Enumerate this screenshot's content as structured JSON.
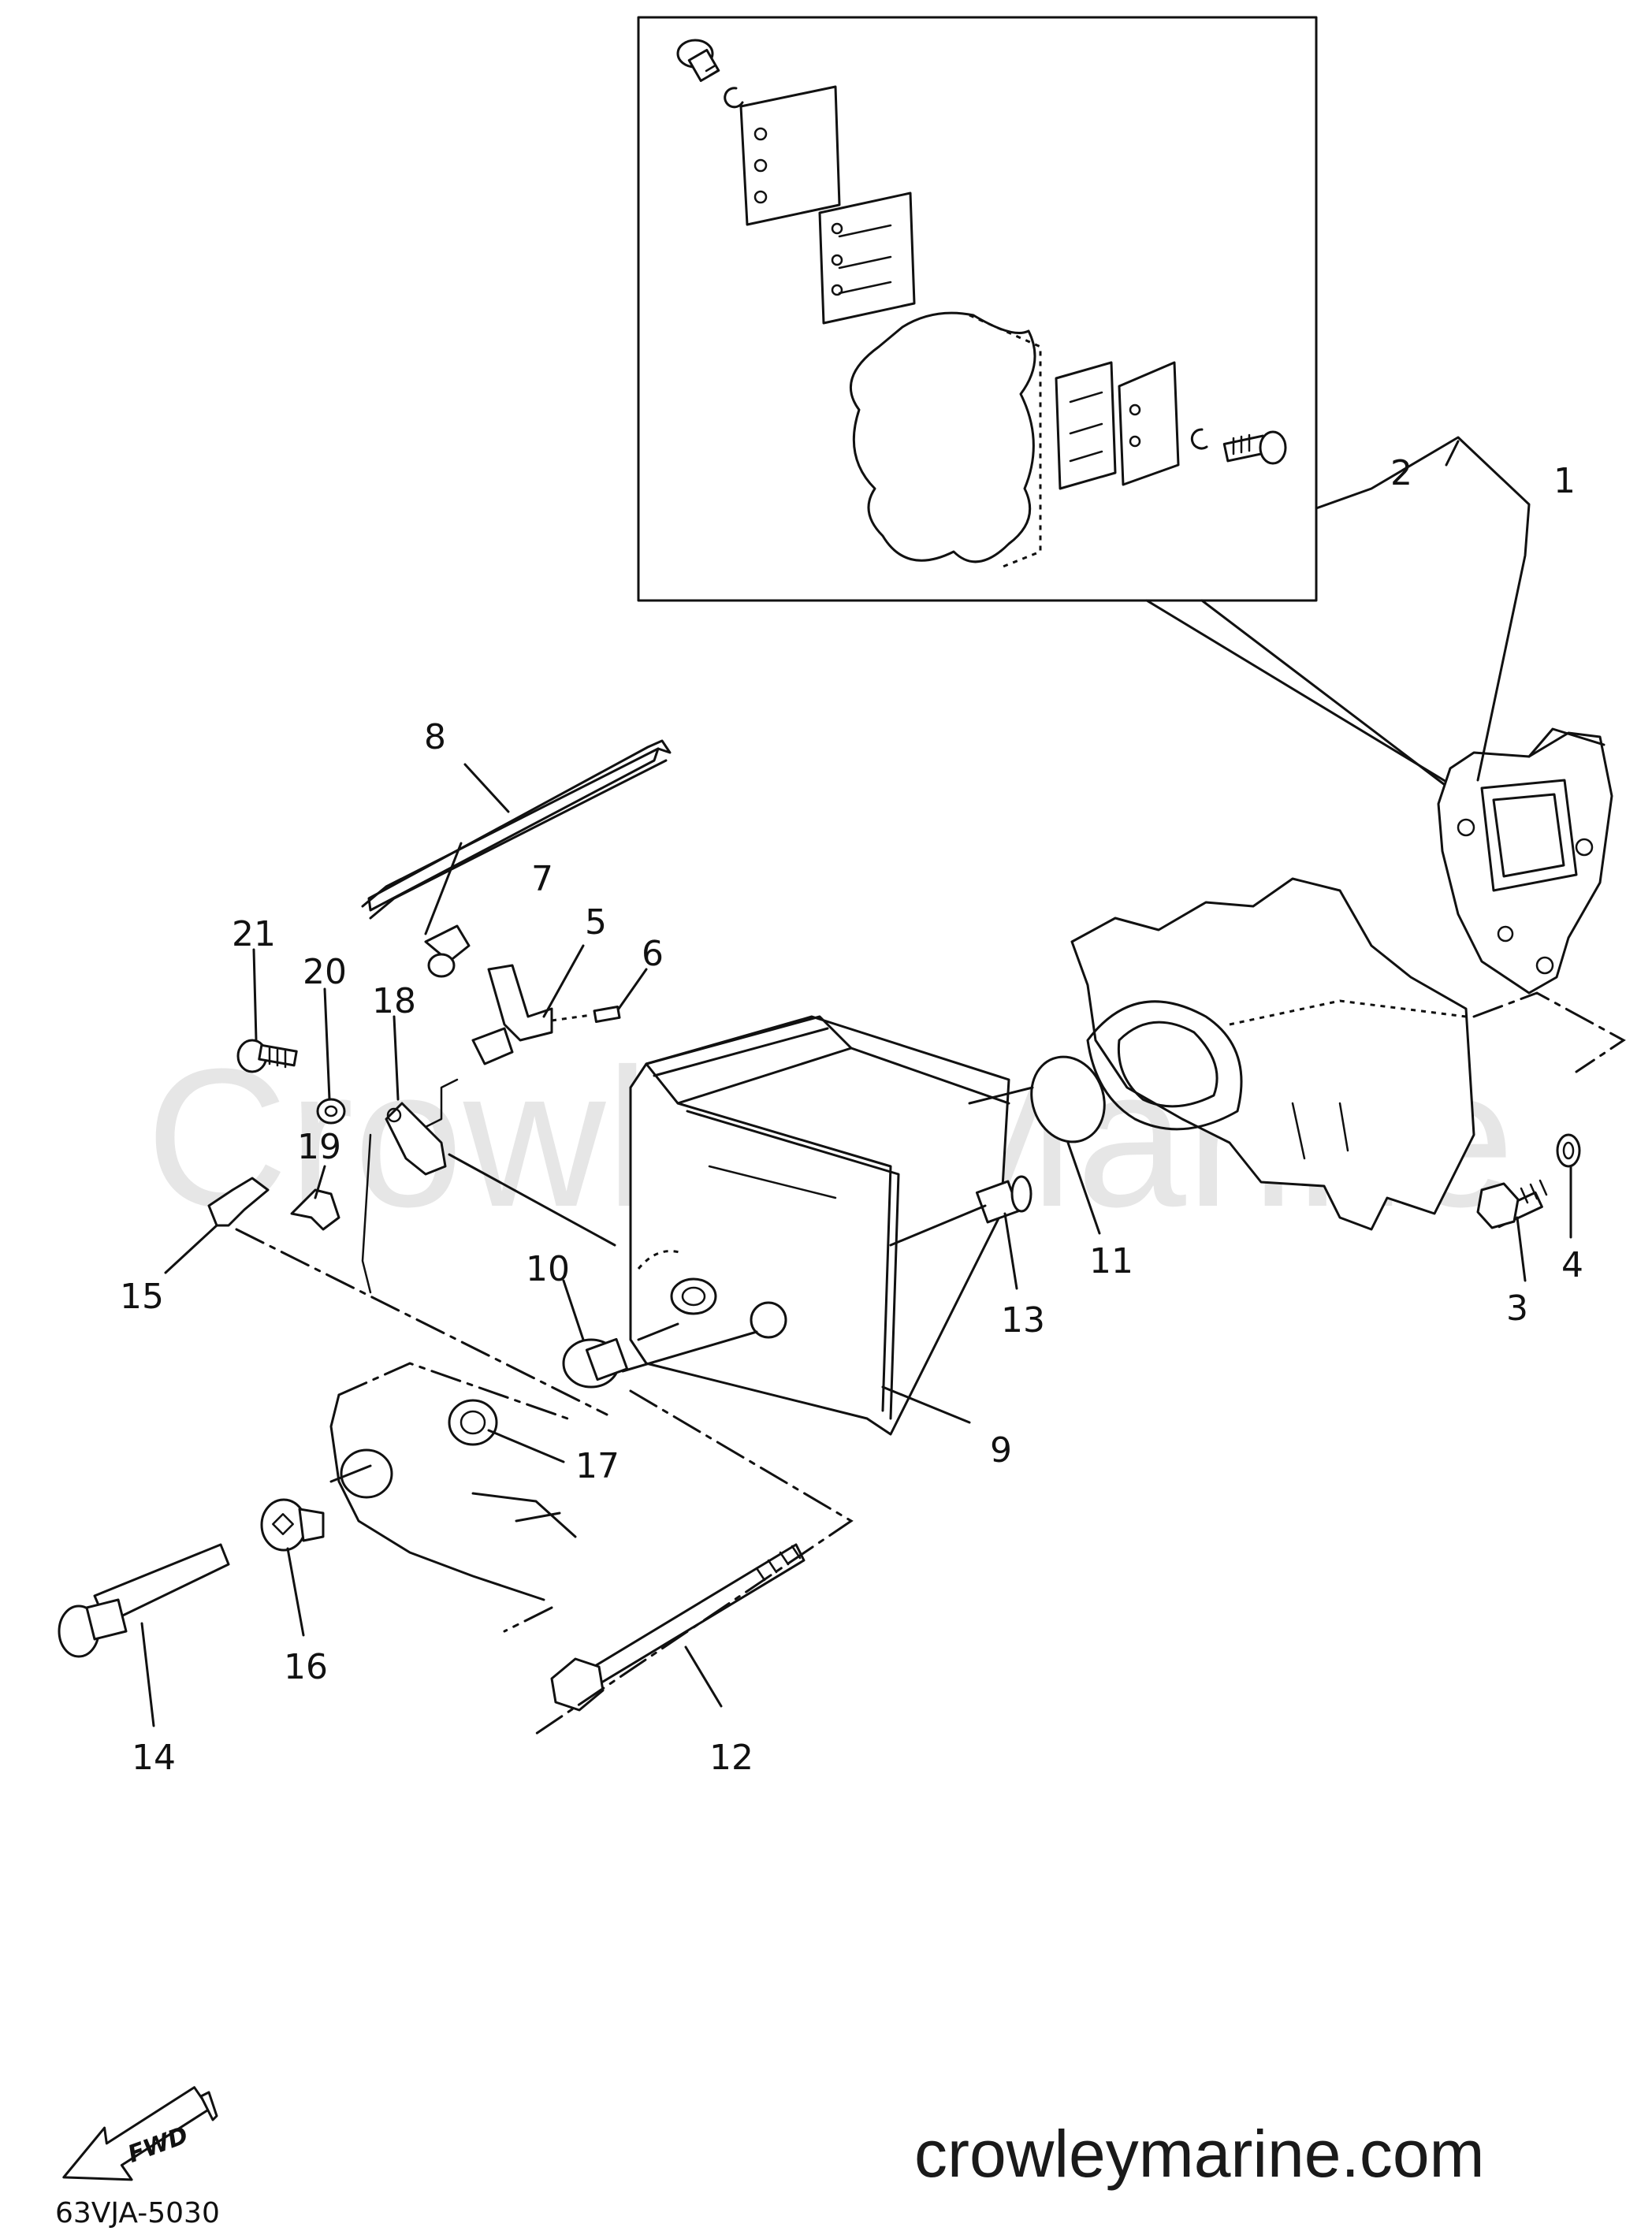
{
  "watermark": "Crowley Marine",
  "website": "crowleymarine.com",
  "diagram_code": "63VJA-5030",
  "fwd_label": "FWD",
  "callouts": {
    "c1": "1",
    "c2": "2",
    "c3": "3",
    "c4": "4",
    "c5": "5",
    "c6": "6",
    "c7": "7",
    "c8": "8",
    "c9": "9",
    "c10": "10",
    "c11": "11",
    "c12": "12",
    "c13": "13",
    "c14": "14",
    "c15": "15",
    "c16": "16",
    "c17": "17",
    "c18": "18",
    "c19": "19",
    "c20": "20",
    "c21": "21"
  }
}
